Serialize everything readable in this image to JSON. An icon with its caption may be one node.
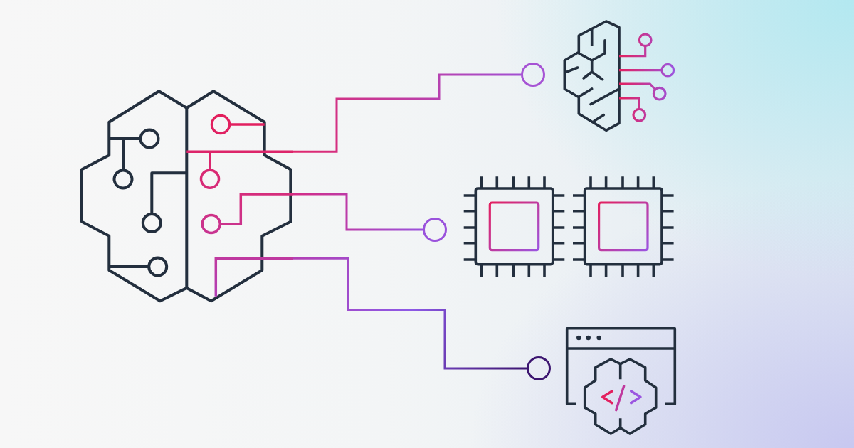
{
  "diagram": {
    "nodes": [
      {
        "text": [],
        "shape": "picture"
      },
      {
        "text": [],
        "shape": "circle"
      },
      {
        "text": [],
        "shape": "picture"
      },
      {
        "text": [],
        "shape": "circle"
      },
      {
        "text": [],
        "shape": "picture"
      },
      {
        "text": [],
        "shape": "circle"
      },
      {
        "text": [],
        "shape": "picture"
      }
    ],
    "edges": [
      {
        "from": 0,
        "to": 1,
        "arrow": "none"
      },
      {
        "from": 0,
        "to": 3,
        "arrow": "none"
      },
      {
        "from": 0,
        "to": 5,
        "arrow": "none"
      }
    ]
  }
}
